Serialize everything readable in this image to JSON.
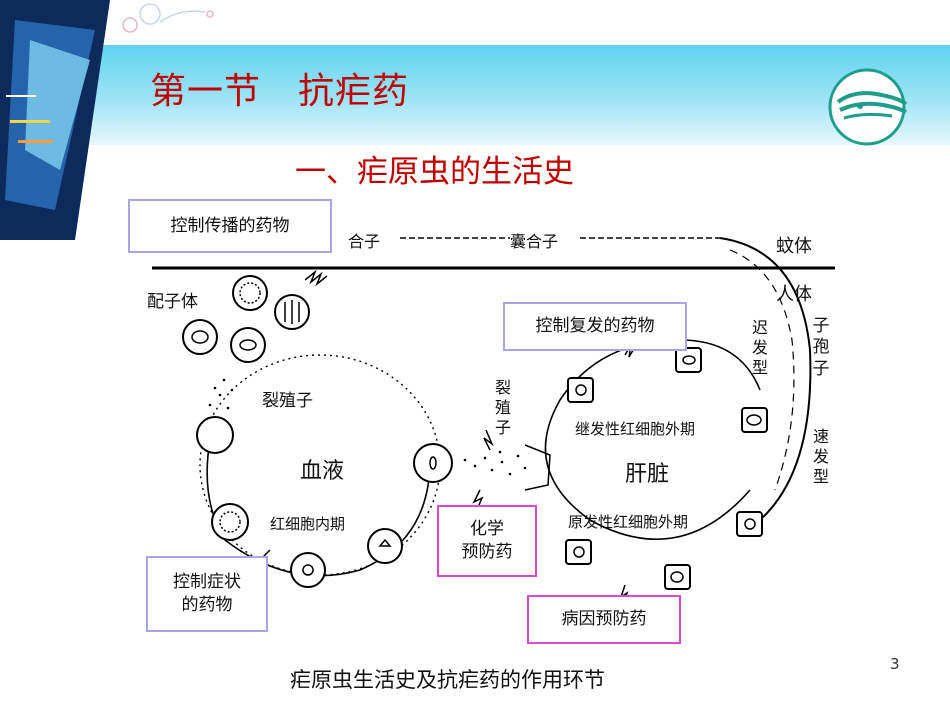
{
  "header": {
    "title": "第一节　抗疟药",
    "subtitle": "一、疟原虫的生活史"
  },
  "diagram": {
    "boxes": {
      "transmission": "控制传播的药物",
      "relapse": "控制复发的药物",
      "symptom_line1": "控制症状",
      "symptom_line2": "的药物",
      "chemo_line1": "化学",
      "chemo_line2": "预防药",
      "causal": "病因预防药"
    },
    "labels": {
      "zygote": "合子",
      "oocyst": "囊合子",
      "mosquito": "蚊体",
      "human": "人体",
      "gametocyte": "配子体",
      "merozoite_blood": "裂殖子",
      "blood": "血液",
      "rbc_stage": "红细胞内期",
      "merozoite_liver": "裂殖子",
      "liver": "肝脏",
      "secondary_stage": "继发性红细胞外期",
      "primary_stage": "原发性红细胞外期",
      "delayed_type": "迟发型",
      "sporozoite": "子孢子",
      "rapid_type": "速发型"
    },
    "caption": "疟原虫生活史及抗疟药的作用环节"
  },
  "page_number": "3",
  "colors": {
    "title_red": "#c00000",
    "banner_cyan": "#5fd3ef",
    "pink_box": "#d94ad0",
    "lavender_box": "#a9a3e8",
    "logo_teal": "#1e9e8a"
  }
}
